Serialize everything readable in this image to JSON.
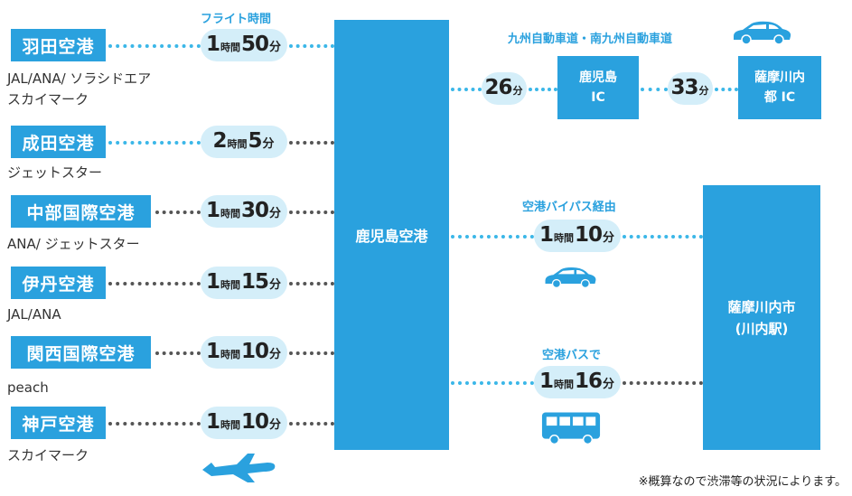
{
  "captions": {
    "flight_time": "フライト時間",
    "expressway": "九州自動車道・南九州自動車道",
    "bypass": "空港バイパス経由",
    "bus": "空港バスで"
  },
  "airports": [
    {
      "name": "羽田空港",
      "airlines_1": "JAL/ANA/ ソラシドエア",
      "airlines_2": "スカイマーク",
      "hours": "1",
      "minutes": "50"
    },
    {
      "name": "成田空港",
      "airlines_1": "ジェットスター",
      "airlines_2": "",
      "hours": "2",
      "minutes": "5"
    },
    {
      "name": "中部国際空港",
      "airlines_1": "ANA/ ジェットスター",
      "airlines_2": "",
      "hours": "1",
      "minutes": "30"
    },
    {
      "name": "伊丹空港",
      "airlines_1": "JAL/ANA",
      "airlines_2": "",
      "hours": "1",
      "minutes": "15"
    },
    {
      "name": "関西国際空港",
      "airlines_1": "peach",
      "airlines_2": "",
      "hours": "1",
      "minutes": "10"
    },
    {
      "name": "神戸空港",
      "airlines_1": "スカイマーク",
      "airlines_2": "",
      "hours": "1",
      "minutes": "10"
    }
  ],
  "units": {
    "hour": "時間",
    "minute": "分"
  },
  "hub": "鹿児島空港",
  "road": {
    "leg1_minutes": "26",
    "ic1_line1": "鹿児島",
    "ic1_line2": "IC",
    "leg2_minutes": "33",
    "ic2_line1": "薩摩川内",
    "ic2_line2": "都 IC"
  },
  "bypass": {
    "hours": "1",
    "minutes": "10"
  },
  "bus": {
    "hours": "1",
    "minutes": "16"
  },
  "destination": {
    "line1": "薩摩川内市",
    "line2": "(川内駅)"
  },
  "note": "※概算なので渋滞等の状況によります。",
  "colors": {
    "accent": "#2aa1de",
    "pill": "#d4eef9",
    "dots_blue": "#3bb7e8",
    "dots_dark": "#555555"
  },
  "icons": [
    "airplane-icon",
    "car-icon",
    "bus-icon"
  ]
}
